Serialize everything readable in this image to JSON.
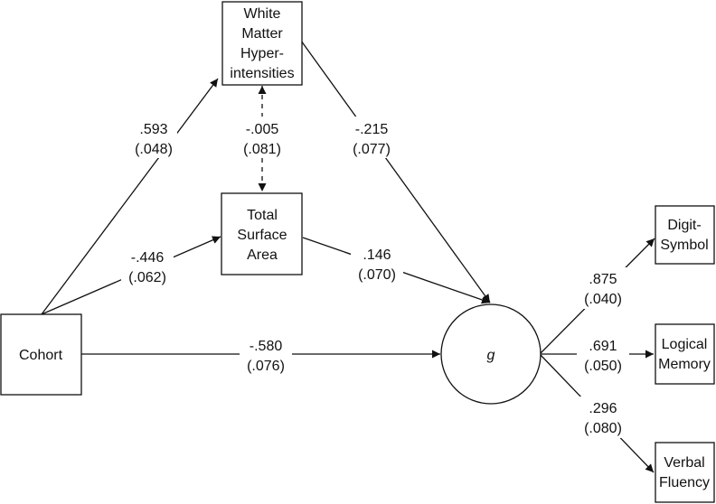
{
  "nodes": {
    "wmh": {
      "lines": [
        "White",
        "Matter",
        "Hyper-",
        "intensities"
      ]
    },
    "tsa": {
      "lines": [
        "Total",
        "Surface",
        "Area"
      ]
    },
    "cohort": {
      "lines": [
        "Cohort"
      ]
    },
    "g": {
      "lines": [
        "g"
      ]
    },
    "digit": {
      "lines": [
        "Digit-",
        "Symbol"
      ]
    },
    "logical": {
      "lines": [
        "Logical",
        "Memory"
      ]
    },
    "verbal": {
      "lines": [
        "Verbal",
        "Fluency"
      ]
    }
  },
  "paths": {
    "cohort_wmh": {
      "coef": ".593",
      "se": "(.048)"
    },
    "wmh_tsa": {
      "coef": "-.005",
      "se": "(.081)"
    },
    "wmh_g": {
      "coef": "-.215",
      "se": "(.077)"
    },
    "cohort_tsa": {
      "coef": "-.446",
      "se": "(.062)"
    },
    "tsa_g": {
      "coef": ".146",
      "se": "(.070)"
    },
    "cohort_g": {
      "coef": "-.580",
      "se": "(.076)"
    },
    "g_digit": {
      "coef": ".875",
      "se": "(.040)"
    },
    "g_logical": {
      "coef": ".691",
      "se": "(.050)"
    },
    "g_verbal": {
      "coef": ".296",
      "se": "(.080)"
    }
  }
}
